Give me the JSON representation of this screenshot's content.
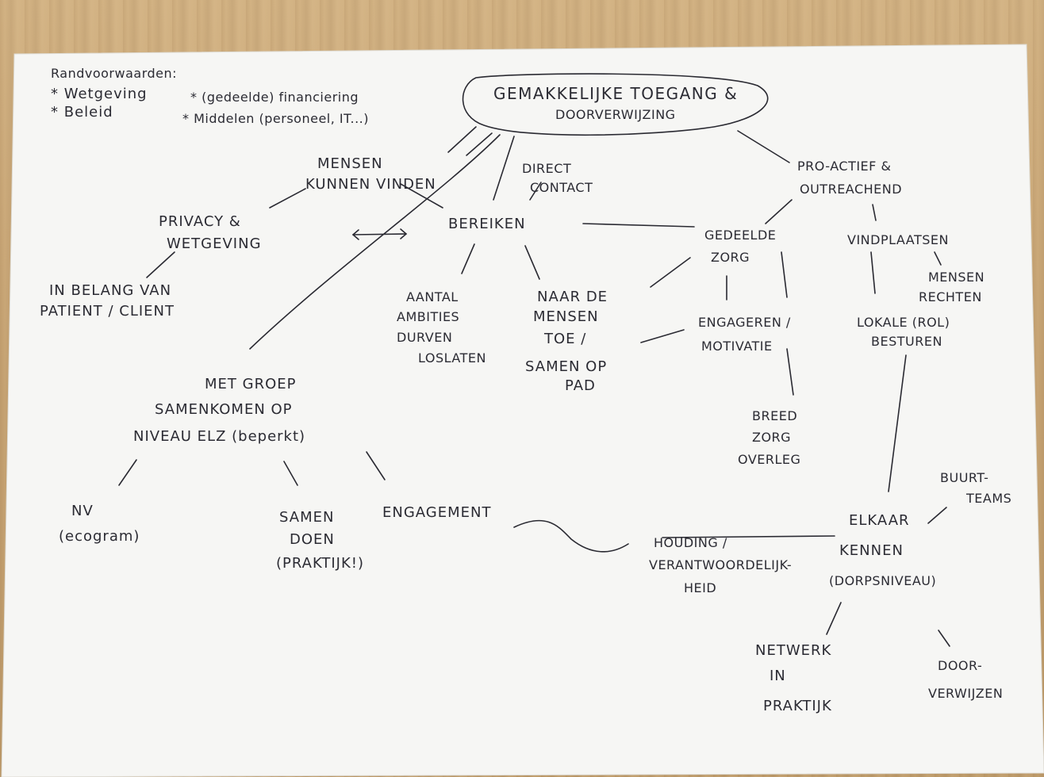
{
  "randvoorwaarden": {
    "title": "Randvoorwaarden:",
    "items": [
      "* Wetgeving",
      "* Beleid",
      "* (gedeelde) financiering",
      "* Middelen (personeel, IT...)"
    ]
  },
  "center": {
    "line1": "GEMAKKELIJKE TOEGANG &",
    "line2": "DOORVERWIJZING"
  },
  "nodes": {
    "mensen_vinden": [
      "MENSEN",
      "KUNNEN VINDEN"
    ],
    "direct_contact": [
      "DIRECT",
      "CONTACT"
    ],
    "proactief": [
      "PRO-ACTIEF &",
      "OUTREACHEND"
    ],
    "privacy": [
      "PRIVACY &",
      "WETGEVING"
    ],
    "bereiken": "BEREIKEN",
    "gedeelde_zorg": [
      "GEDEELDE",
      "ZORG"
    ],
    "vindplaatsen": "VINDPLAATSEN",
    "mensenrechten": [
      "MENSEN",
      "RECHTEN"
    ],
    "belang": [
      "IN BELANG VAN",
      "PATIENT / CLIENT"
    ],
    "ambities": [
      "AANTAL",
      "AMBITIES",
      "DURVEN",
      "LOSLATEN"
    ],
    "naar_mensen": [
      "NAAR DE",
      "MENSEN",
      "TOE /",
      "SAMEN OP",
      "PAD"
    ],
    "engageren": [
      "ENGAGEREN /",
      "MOTIVATIE"
    ],
    "lokale": [
      "LOKALE (ROL)",
      "BESTUREN"
    ],
    "groep": [
      "MET GROEP",
      "SAMENKOMEN OP",
      "NIVEAU ELZ (beperkt)"
    ],
    "breed": [
      "BREED",
      "ZORG",
      "OVERLEG"
    ],
    "buurtteams": [
      "BUURT-",
      "TEAMS"
    ],
    "nv": [
      "NV",
      "(ecogram)"
    ],
    "samen_doen": [
      "SAMEN",
      "DOEN",
      "(PRAKTIJK!)"
    ],
    "engagement": "ENGAGEMENT",
    "houding": [
      "HOUDING /",
      "VERANTWOORDELIJK-",
      "HEID"
    ],
    "elkaar": [
      "ELKAAR",
      "KENNEN",
      "(DORPSNIVEAU)"
    ],
    "netwerk": [
      "NETWERK",
      "IN",
      "PRAKTIJK"
    ],
    "doorverwijzen": [
      "DOOR-",
      "VERWIJZEN"
    ]
  }
}
